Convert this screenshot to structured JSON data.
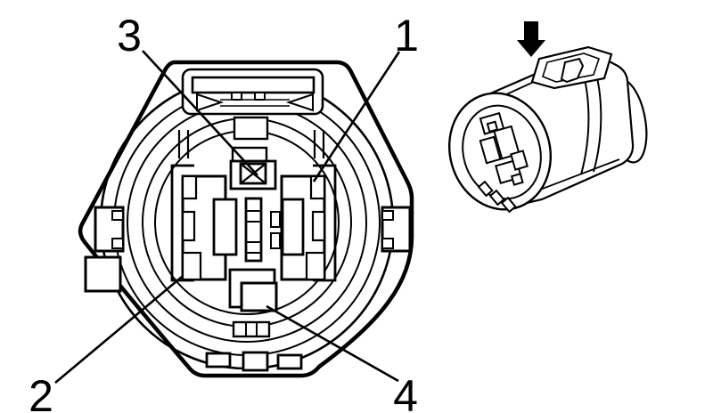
{
  "diagram": {
    "type": "connector-pinout-diagram",
    "background_color": "#ffffff",
    "line_color": "#000000",
    "callouts": [
      {
        "label": "1"
      },
      {
        "label": "2"
      },
      {
        "label": "3"
      },
      {
        "label": "4"
      }
    ],
    "icons": {
      "down_arrow": "insertion-direction-arrow"
    }
  }
}
